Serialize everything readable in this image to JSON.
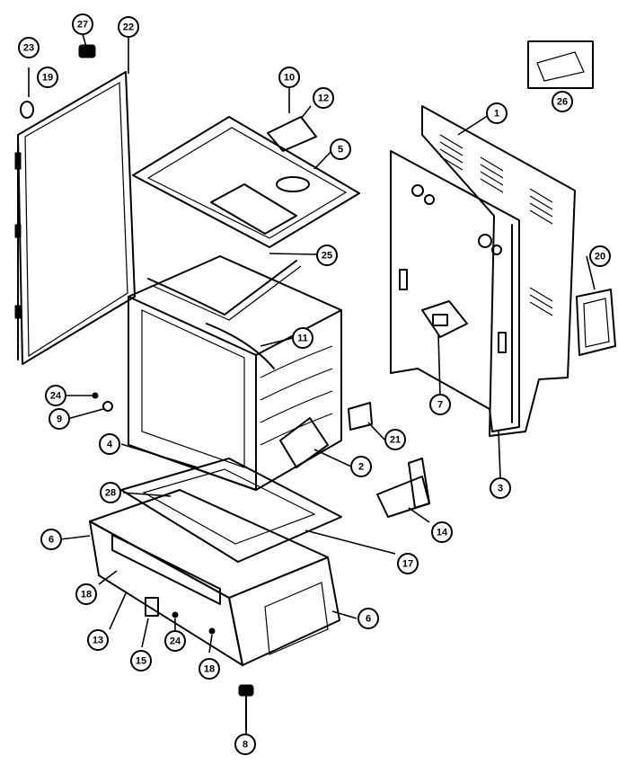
{
  "callouts": [
    {
      "label": "27"
    },
    {
      "label": "22"
    },
    {
      "label": "23"
    },
    {
      "label": "19"
    },
    {
      "label": "10"
    },
    {
      "label": "12"
    },
    {
      "label": "5"
    },
    {
      "label": "26"
    },
    {
      "label": "1"
    },
    {
      "label": "25"
    },
    {
      "label": "20"
    },
    {
      "label": "11"
    },
    {
      "label": "24"
    },
    {
      "label": "9"
    },
    {
      "label": "7"
    },
    {
      "label": "21"
    },
    {
      "label": "4"
    },
    {
      "label": "2"
    },
    {
      "label": "3"
    },
    {
      "label": "28"
    },
    {
      "label": "6"
    },
    {
      "label": "14"
    },
    {
      "label": "17"
    },
    {
      "label": "18"
    },
    {
      "label": "6"
    },
    {
      "label": "13"
    },
    {
      "label": "24"
    },
    {
      "label": "15"
    },
    {
      "label": "18"
    },
    {
      "label": "8"
    }
  ]
}
